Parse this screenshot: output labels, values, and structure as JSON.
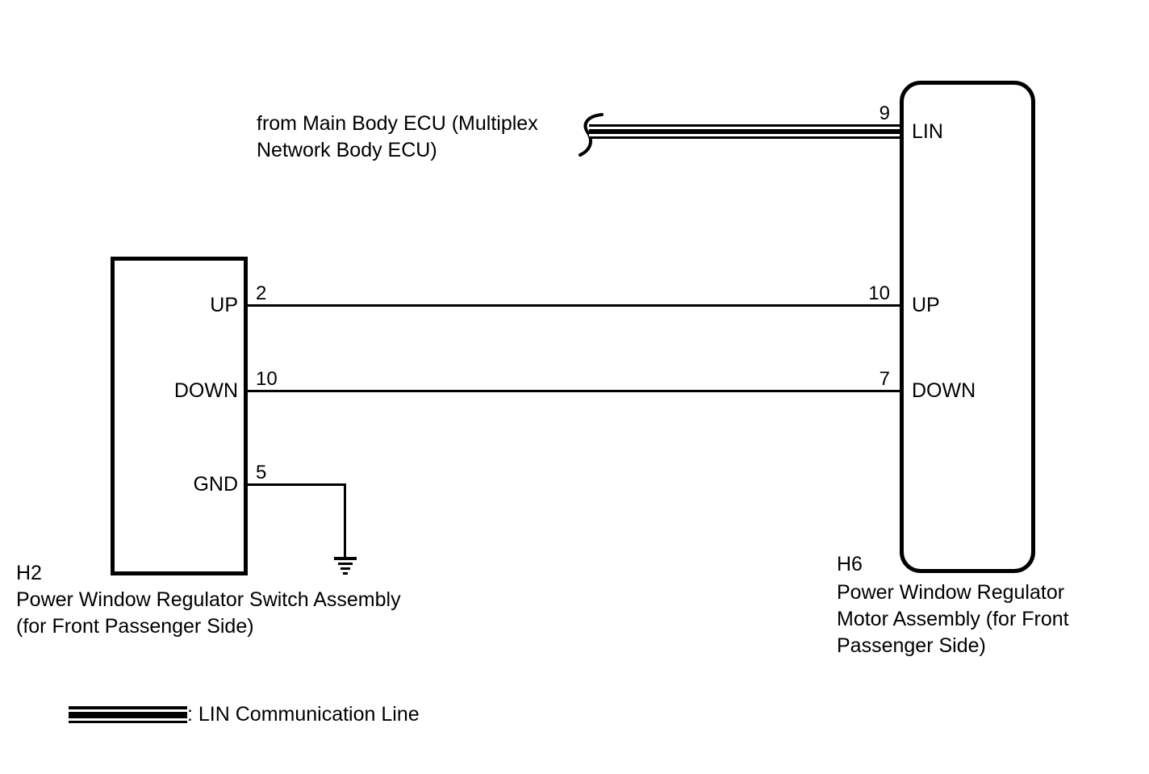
{
  "diagram": {
    "background_color": "#ffffff",
    "line_color": "#000000",
    "source_note": "from Main Body ECU (Multiplex\nNetwork Body ECU)",
    "switch_assembly": {
      "id": "H2",
      "name": "Power Window Regulator Switch Assembly\n(for Front Passenger Side)",
      "pins": [
        {
          "label": "UP",
          "number": "2"
        },
        {
          "label": "DOWN",
          "number": "10"
        },
        {
          "label": "GND",
          "number": "5"
        }
      ]
    },
    "motor_assembly": {
      "id": "H6",
      "name": "Power Window Regulator\nMotor Assembly (for Front\nPassenger Side)",
      "pins": [
        {
          "label": "LIN",
          "number": "9"
        },
        {
          "label": "UP",
          "number": "10"
        },
        {
          "label": "DOWN",
          "number": "7"
        }
      ]
    },
    "legend": {
      "label": ": LIN Communication Line"
    }
  }
}
